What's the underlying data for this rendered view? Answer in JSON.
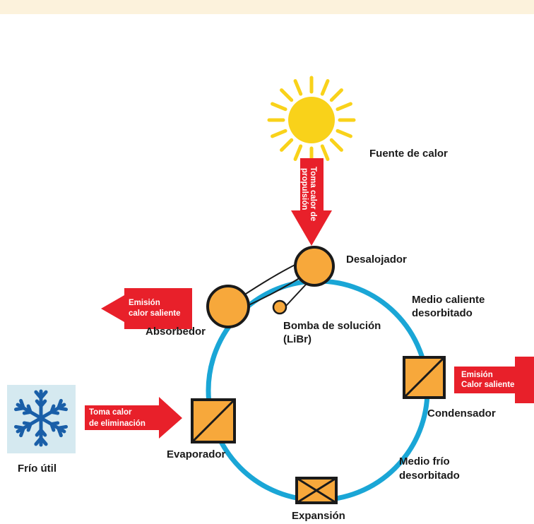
{
  "labels": {
    "heat_source": "Fuente de calor",
    "generator": "Desalojador",
    "hot_medium_1": "Medio caliente",
    "hot_medium_2": "desorbitado",
    "absorber": "Absorbedor",
    "pump_1": "Bomba de solución",
    "pump_2": "(LiBr)",
    "condenser": "Condensador",
    "evaporator": "Evaporador",
    "cold_medium_1": "Medio frío",
    "cold_medium_2": "desorbitado",
    "expansion": "Expansión",
    "useful_cold": "Frío útil"
  },
  "arrows": {
    "drive_heat_1": "Toma calor de",
    "drive_heat_2": "propulsión",
    "absorber_emission_1": "Emisión",
    "absorber_emission_2": "calor saliente",
    "condenser_emission_1": "Emisión",
    "condenser_emission_2": "Calor saliente",
    "removal_heat_1": "Toma calor",
    "removal_heat_2": "de eliminación"
  },
  "colors": {
    "loop": "#1aa6d6",
    "component_fill": "#f7a83b",
    "arrow_red": "#e8202a",
    "sun": "#f9d21a",
    "snowflake_blue": "#1a5fa8",
    "snowflake_bg": "#d5e9f0",
    "top_band": "#fcf2dc"
  },
  "icons": {
    "sun": "sun-icon",
    "snowflake": "snowflake-icon"
  }
}
